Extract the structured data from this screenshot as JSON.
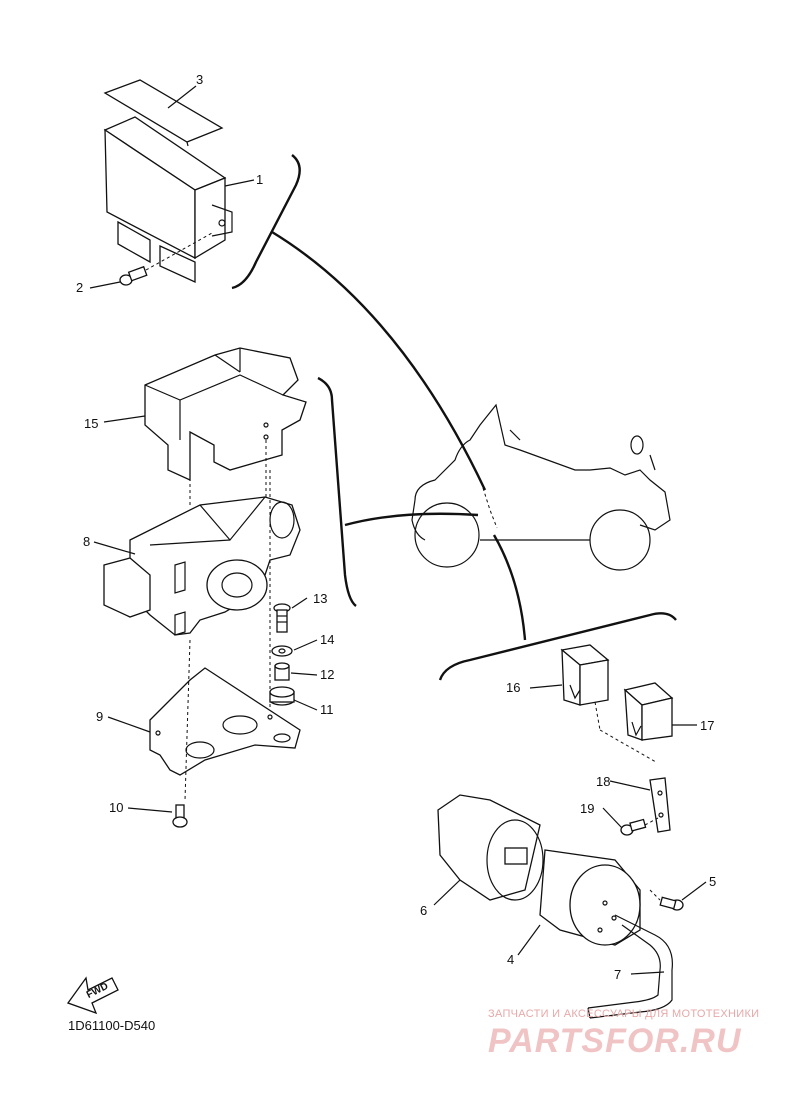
{
  "diagram": {
    "code": "1D61100-D540",
    "fwd_label": "FWD",
    "callouts": [
      {
        "id": "1",
        "label": "1"
      },
      {
        "id": "2",
        "label": "2"
      },
      {
        "id": "3",
        "label": "3"
      },
      {
        "id": "4",
        "label": "4"
      },
      {
        "id": "5",
        "label": "5"
      },
      {
        "id": "6",
        "label": "6"
      },
      {
        "id": "7",
        "label": "7"
      },
      {
        "id": "8",
        "label": "8"
      },
      {
        "id": "9",
        "label": "9"
      },
      {
        "id": "10",
        "label": "10"
      },
      {
        "id": "11",
        "label": "11"
      },
      {
        "id": "12",
        "label": "12"
      },
      {
        "id": "13",
        "label": "13"
      },
      {
        "id": "14",
        "label": "14"
      },
      {
        "id": "15",
        "label": "15"
      },
      {
        "id": "16",
        "label": "16"
      },
      {
        "id": "17",
        "label": "17"
      },
      {
        "id": "18",
        "label": "18"
      },
      {
        "id": "19",
        "label": "19"
      }
    ]
  },
  "watermark": {
    "caption": "ЗАПЧАСТИ И АКСЕССУАРЫ ДЛЯ МОТОТЕХНИКИ",
    "logo": "PARTSFOR.RU",
    "color": "#f0c4c4"
  }
}
